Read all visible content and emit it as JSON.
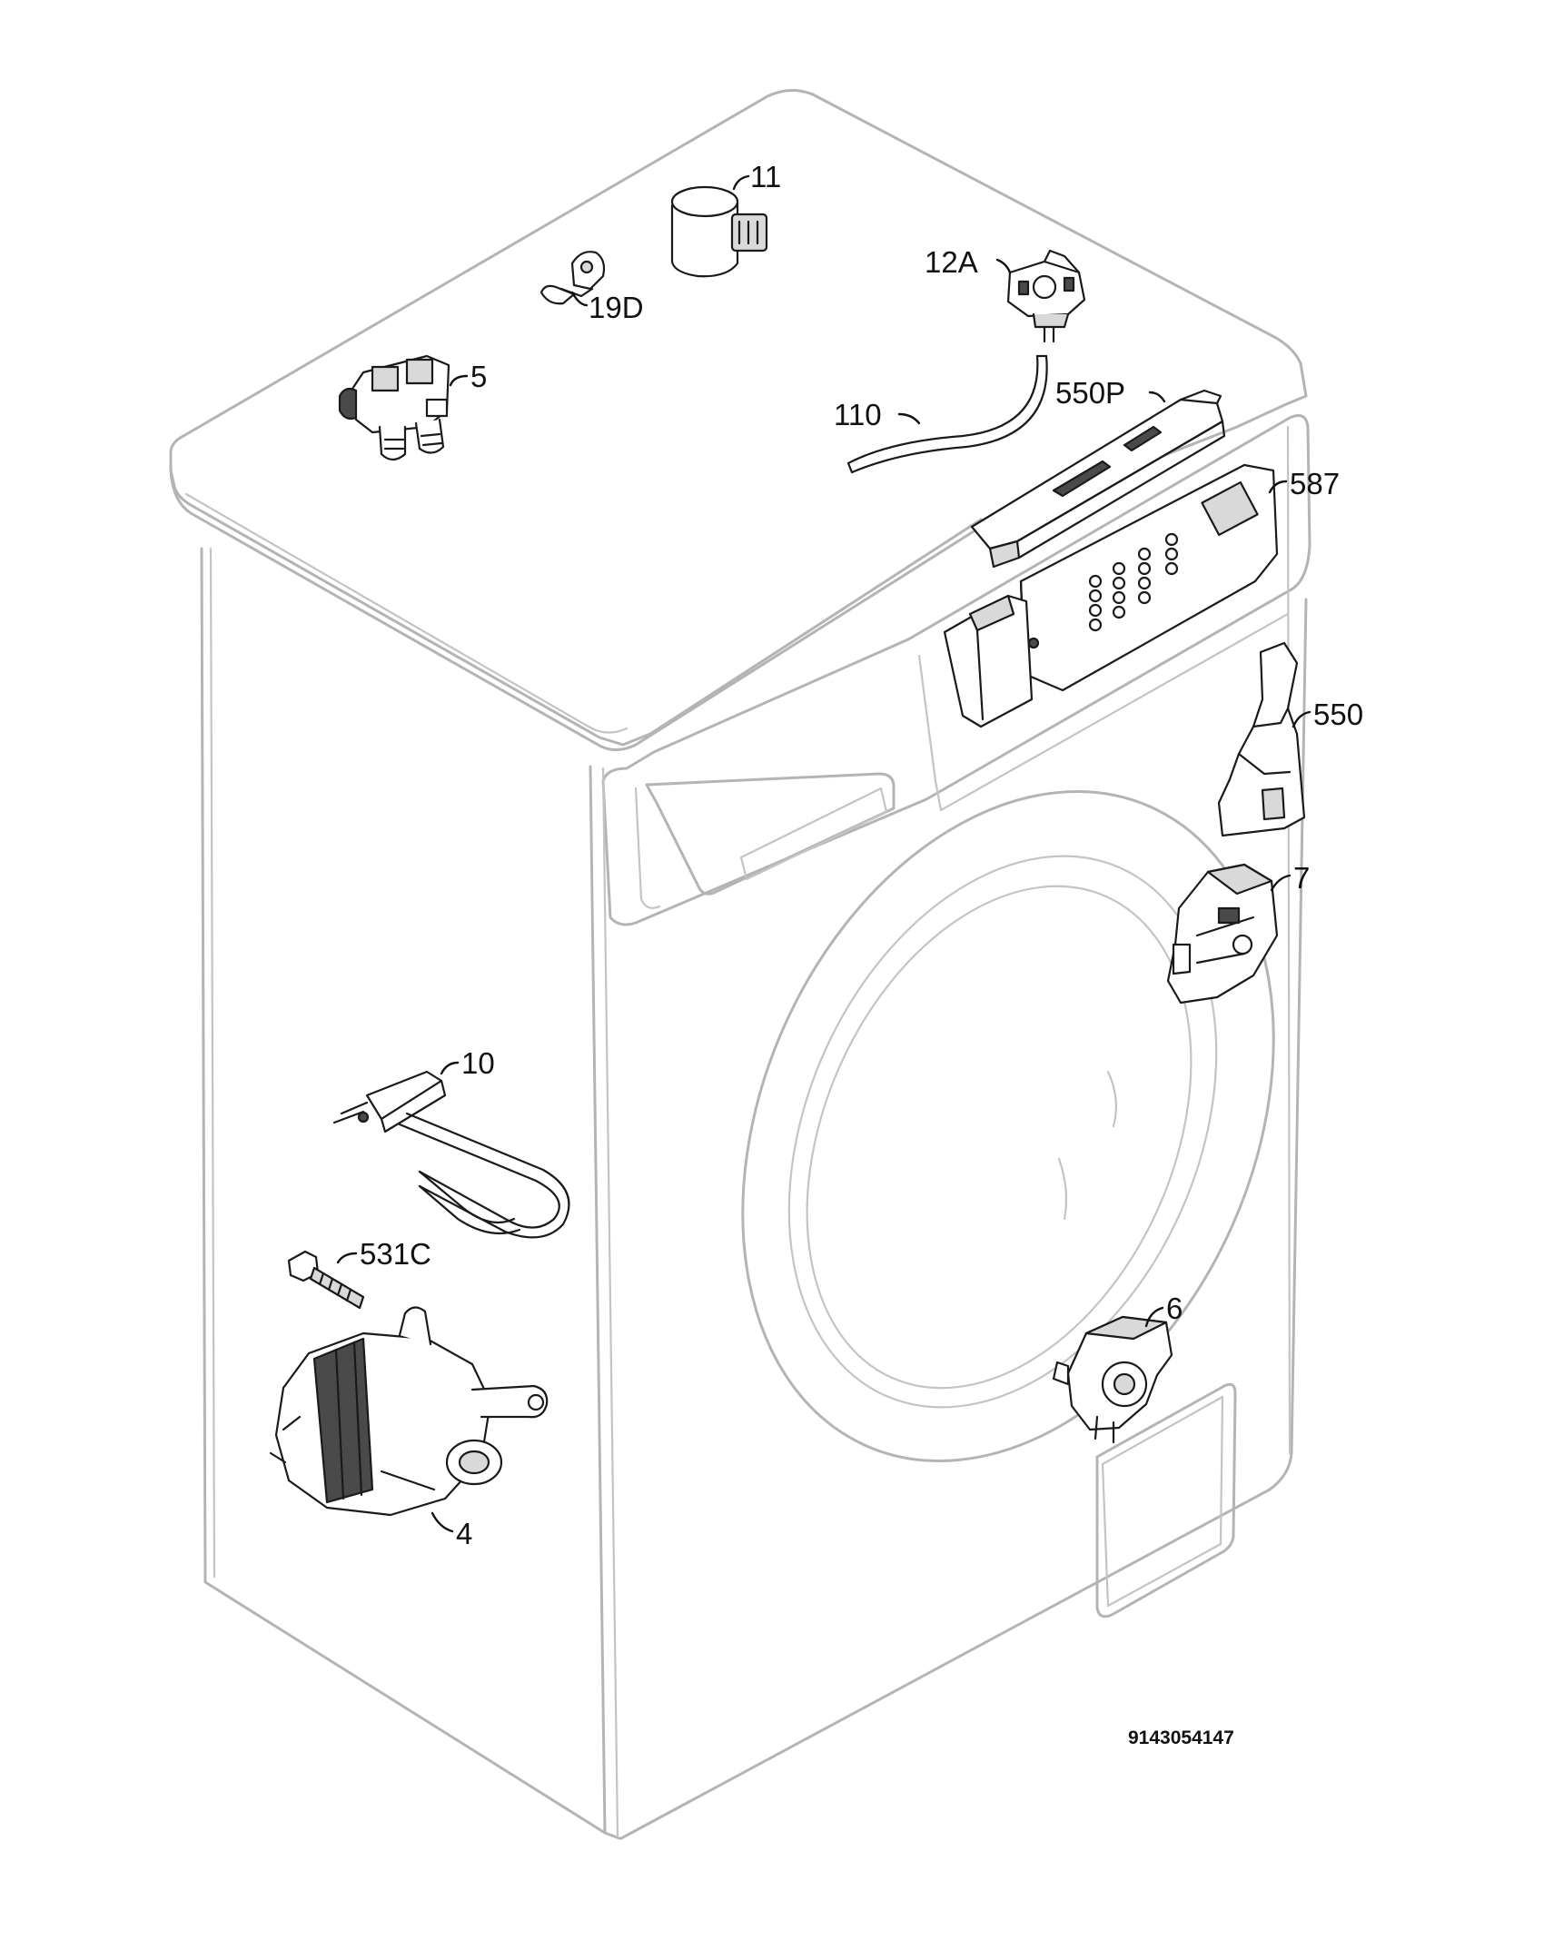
{
  "callouts": {
    "part_11": "11",
    "part_12A": "12A",
    "part_19D": "19D",
    "part_5": "5",
    "part_110": "110",
    "part_550P": "550P",
    "part_587": "587",
    "part_550": "550",
    "part_7": "7",
    "part_10": "10",
    "part_531C": "531C",
    "part_6": "6",
    "part_4": "4"
  },
  "document_number": "9143054147",
  "colors": {
    "housing_outline": "#b4b4b4",
    "part_outline": "#1a1a1a",
    "label_text": "#111111"
  }
}
